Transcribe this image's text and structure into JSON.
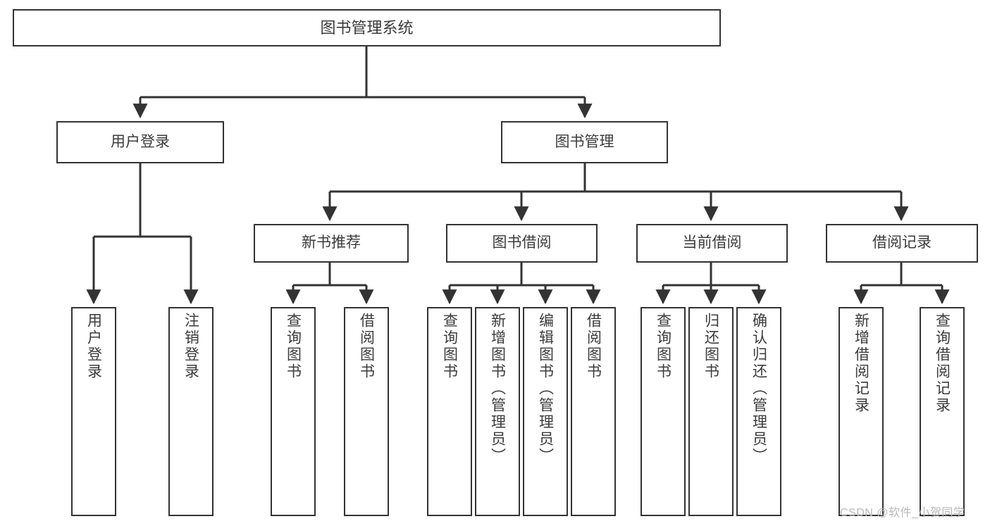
{
  "diagram": {
    "title": "图书管理系统",
    "type": "tree-hierarchy-chart",
    "root": {
      "label": "图书管理系统"
    },
    "level1": [
      {
        "label": "用户登录"
      },
      {
        "label": "图书管理"
      }
    ],
    "level2": [
      {
        "label": "新书推荐"
      },
      {
        "label": "图书借阅"
      },
      {
        "label": "当前借阅"
      },
      {
        "label": "借阅记录"
      }
    ],
    "leaves": {
      "user_login": [
        {
          "label": "用户登录"
        },
        {
          "label": "注销登录"
        }
      ],
      "new_book_recommend": [
        {
          "label": "查询图书"
        },
        {
          "label": "借阅图书"
        }
      ],
      "book_borrow": [
        {
          "label": "查询图书"
        },
        {
          "label": "新增图书（管理员）"
        },
        {
          "label": "编辑图书（管理员）"
        },
        {
          "label": "借阅图书"
        }
      ],
      "current_borrow": [
        {
          "label": "查询图书"
        },
        {
          "label": "归还图书"
        },
        {
          "label": "确认归还（管理员）"
        }
      ],
      "borrow_record": [
        {
          "label": "新增借阅记录"
        },
        {
          "label": "查询借阅记录"
        }
      ]
    }
  },
  "watermark": {
    "text": "CSDN @软件_小贺同学"
  },
  "colors": {
    "stroke": "#333333",
    "text": "#3b3b3b",
    "background": "#ffffff",
    "watermark": "#b9b9b9"
  }
}
